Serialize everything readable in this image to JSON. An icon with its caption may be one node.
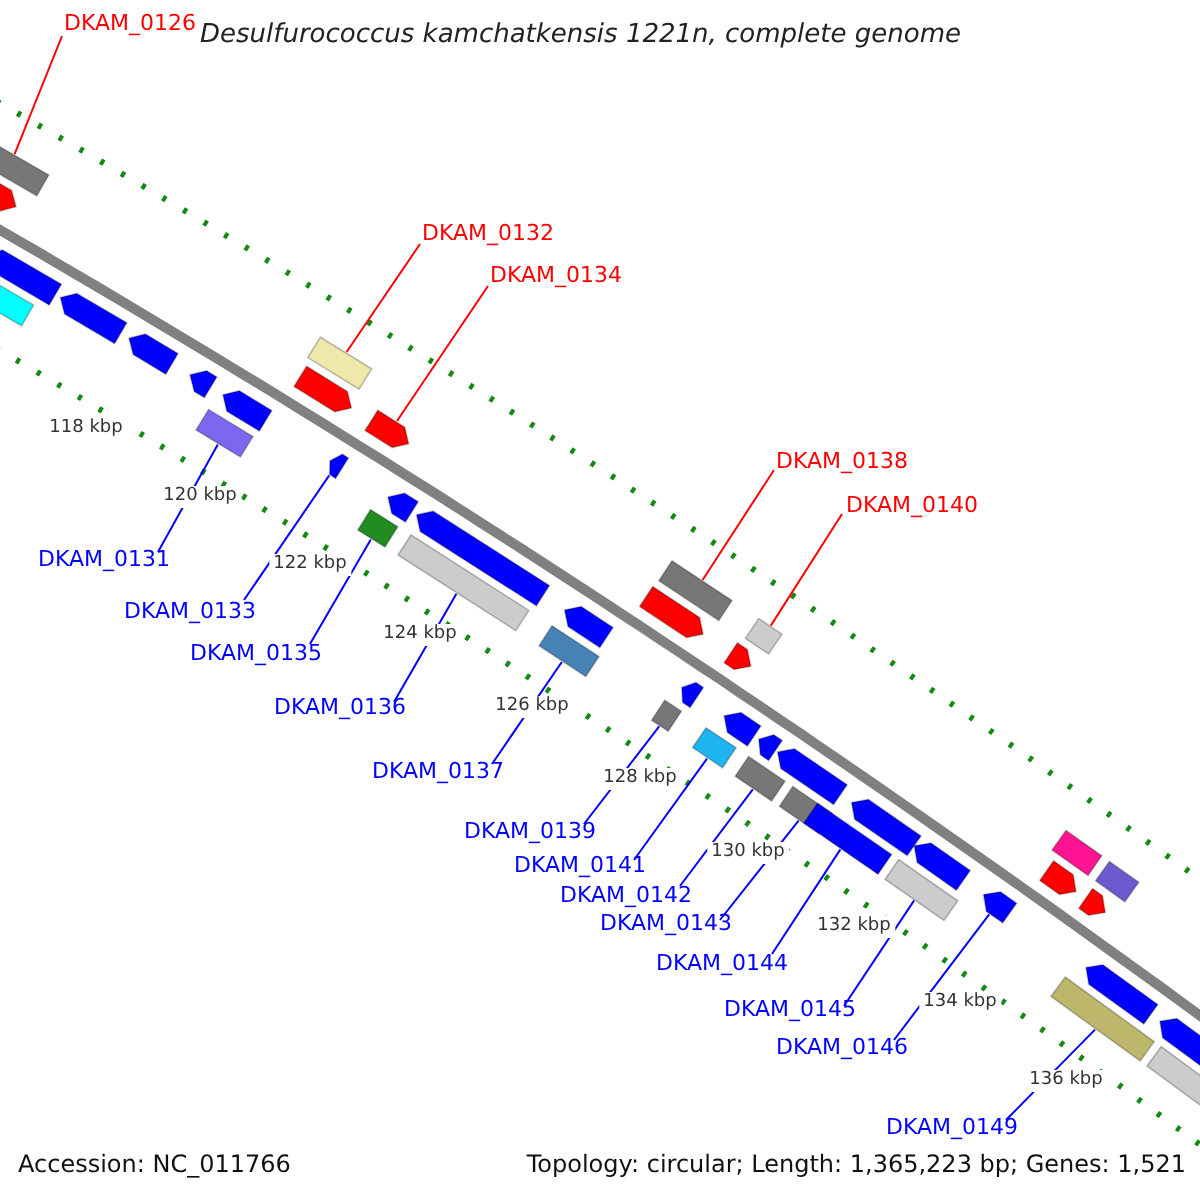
{
  "diagram": {
    "title": "Desulfurococcus kamchatkensis 1221n, complete genome",
    "nodes": [
      {
        "text": [
          "DKAM_0126"
        ]
      },
      {
        "text": [
          "DKAM_0132"
        ]
      },
      {
        "text": [
          "DKAM_0134"
        ]
      },
      {
        "text": [
          "DKAM_0138"
        ]
      },
      {
        "text": [
          "DKAM_0140"
        ]
      },
      {
        "text": [
          "DKAM_0131"
        ]
      },
      {
        "text": [
          "DKAM_0133"
        ]
      },
      {
        "text": [
          "DKAM_0135"
        ]
      },
      {
        "text": [
          "DKAM_0136"
        ]
      },
      {
        "text": [
          "DKAM_0137"
        ]
      },
      {
        "text": [
          "DKAM_0139"
        ]
      },
      {
        "text": [
          "DKAM_0141"
        ]
      },
      {
        "text": [
          "DKAM_0142"
        ]
      },
      {
        "text": [
          "DKAM_0143"
        ]
      },
      {
        "text": [
          "DKAM_0144"
        ]
      },
      {
        "text": [
          "DKAM_0145"
        ]
      },
      {
        "text": [
          "DKAM_0146"
        ]
      },
      {
        "text": [
          "DKAM_0149"
        ]
      },
      {
        "text": [],
        "shape": "bar"
      },
      {
        "text": [],
        "shape": "bar"
      },
      {
        "text": [],
        "shape": "bar"
      },
      {
        "text": [],
        "shape": "bar"
      },
      {
        "text": [],
        "shape": "bar"
      },
      {
        "text": [],
        "shape": "bar"
      },
      {
        "text": [],
        "shape": "bar"
      },
      {
        "text": [],
        "shape": "bar"
      },
      {
        "text": [],
        "shape": "bar"
      },
      {
        "text": [],
        "shape": "bar"
      },
      {
        "text": [],
        "shape": "bar"
      },
      {
        "text": [],
        "shape": "bar"
      },
      {
        "text": [],
        "shape": "bar"
      },
      {
        "text": [],
        "shape": "bar"
      },
      {
        "text": [],
        "shape": "bar"
      },
      {
        "text": [],
        "shape": "bar"
      },
      {
        "text": [],
        "shape": "bar"
      },
      {
        "text": [],
        "shape": "bar"
      },
      {
        "text": [],
        "shape": "bar"
      },
      {
        "text": [],
        "shape": "bar"
      },
      {
        "text": [],
        "shape": "bar"
      },
      {
        "text": [],
        "shape": "bar"
      },
      {
        "text": [],
        "shape": "bar"
      },
      {
        "text": [],
        "shape": "bar"
      },
      {
        "text": [],
        "shape": "bar"
      },
      {
        "text": [],
        "shape": "bar"
      },
      {
        "text": [],
        "shape": "bar"
      },
      {
        "text": [],
        "shape": "bar"
      },
      {
        "text": [],
        "shape": "bar"
      },
      {
        "text": [],
        "shape": "bar"
      },
      {
        "text": [],
        "shape": "bar"
      },
      {
        "text": [],
        "shape": "bar"
      },
      {
        "text": [],
        "shape": "bar"
      },
      {
        "text": [],
        "shape": "bar"
      },
      {
        "text": [],
        "shape": "bar"
      },
      {
        "text": [],
        "shape": "bar"
      },
      {
        "text": [],
        "shape": "bar"
      },
      {
        "text": [],
        "shape": "bar"
      },
      {
        "text": [],
        "shape": "bar"
      },
      {
        "text": [],
        "shape": "bar"
      },
      {
        "text": [],
        "shape": "bar"
      },
      {
        "text": [],
        "shape": "bar"
      },
      {
        "text": [],
        "shape": "bar"
      },
      {
        "text": [],
        "shape": "bar"
      }
    ],
    "edges": [
      {
        "from": 0,
        "to": 20,
        "arrow": "none",
        "color": "#ff0000"
      },
      {
        "from": 1,
        "to": 29,
        "arrow": "none",
        "color": "#ff0000"
      },
      {
        "from": 2,
        "to": 31,
        "arrow": "none",
        "color": "#ff0000"
      },
      {
        "from": 3,
        "to": 40,
        "arrow": "none",
        "color": "#ff0000"
      },
      {
        "from": 4,
        "to": 44,
        "arrow": "none",
        "color": "#ff0000"
      },
      {
        "from": 5,
        "to": 25,
        "arrow": "none"
      },
      {
        "from": 6,
        "to": 28,
        "arrow": "none"
      },
      {
        "from": 7,
        "to": 30,
        "arrow": "none"
      },
      {
        "from": 8,
        "to": 33,
        "arrow": "none"
      },
      {
        "from": 9,
        "to": 35,
        "arrow": "none"
      },
      {
        "from": 10,
        "to": 37,
        "arrow": "none"
      },
      {
        "from": 11,
        "to": 41,
        "arrow": "none"
      },
      {
        "from": 12,
        "to": 45,
        "arrow": "none"
      },
      {
        "from": 13,
        "to": 47,
        "arrow": "none"
      },
      {
        "from": 14,
        "to": 49,
        "arrow": "none"
      },
      {
        "from": 15,
        "to": 51,
        "arrow": "none"
      },
      {
        "from": 16,
        "to": 53,
        "arrow": "none"
      },
      {
        "from": 17,
        "to": 57,
        "arrow": "none"
      }
    ],
    "labels": [
      "118 kbp",
      "120 kbp",
      "122 kbp",
      "124 kbp",
      "126 kbp",
      "128 kbp",
      "130 kbp",
      "132 kbp",
      "134 kbp",
      "136 kbp",
      "Accession: NC_011766",
      "Topology: circular; Length: 1,365,223 bp; Genes: 1,521"
    ]
  }
}
